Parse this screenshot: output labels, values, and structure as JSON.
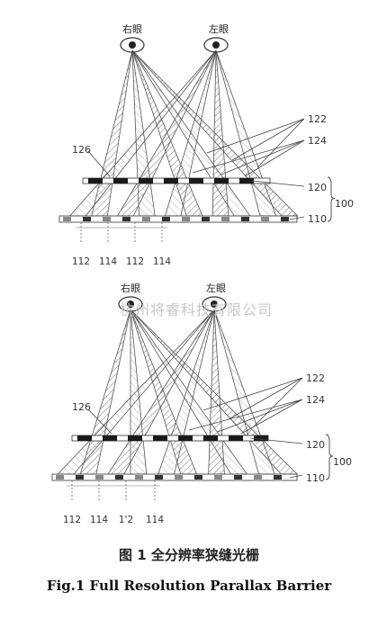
{
  "diagrams": [
    {
      "eye_right": "右眼",
      "eye_left": "左眼",
      "labels": {
        "slits": "122",
        "barrier_cells": "124",
        "crosstalk": "126",
        "barrier": "120",
        "assembly": "100",
        "display": "110",
        "pix_a": "112",
        "pix_b": "114",
        "pix_c": "112",
        "pix_d": "114"
      }
    },
    {
      "eye_right": "右眼",
      "eye_left": "左眼",
      "labels": {
        "slits": "122",
        "barrier_cells": "124",
        "crosstalk": "126",
        "barrier": "120",
        "assembly": "100",
        "display": "110",
        "pix_a": "112",
        "pix_b": "114",
        "pix_c": "1'2",
        "pix_d": "114"
      }
    }
  ],
  "watermark": "杭州将睿科技有限公司",
  "caption_cn": "图 1 全分辨率狭缝光栅",
  "caption_en": "Fig.1 Full Resolution Parallax Barrier"
}
